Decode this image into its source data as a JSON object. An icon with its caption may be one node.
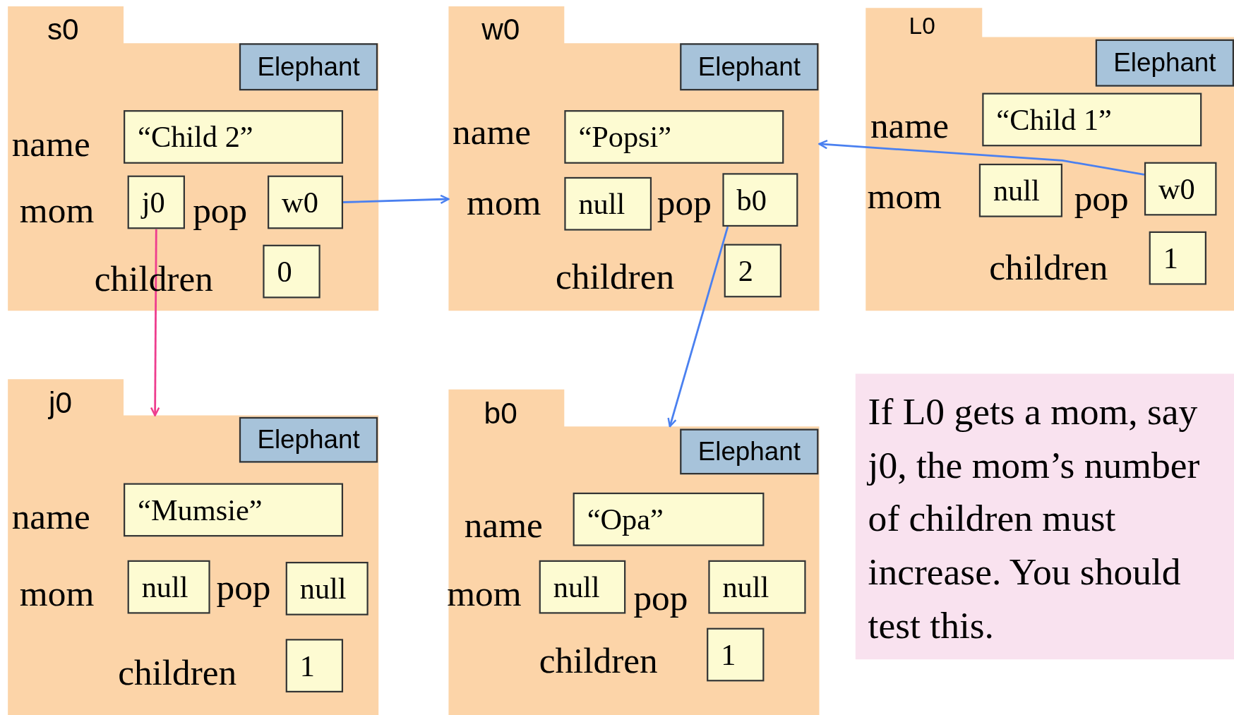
{
  "diagram": {
    "nodes": [
      {
        "text": [
          "s0",
          "name",
          "mom",
          "pop",
          "children"
        ]
      },
      {
        "text": [
          "Elephant"
        ],
        "in": 0
      },
      {
        "text": [
          "“Child 2”"
        ],
        "in": 0
      },
      {
        "text": [
          "j0"
        ],
        "in": 0
      },
      {
        "text": [
          "w0"
        ],
        "in": 0
      },
      {
        "text": [
          "0"
        ],
        "in": 0
      },
      {
        "text": [
          "w0",
          "name",
          "mom",
          "pop",
          "children"
        ]
      },
      {
        "text": [
          "Elephant"
        ],
        "in": 6
      },
      {
        "text": [
          "“Popsi”"
        ],
        "in": 6
      },
      {
        "text": [
          "null"
        ],
        "in": 6
      },
      {
        "text": [
          "b0"
        ],
        "in": 6
      },
      {
        "text": [
          "2"
        ],
        "in": 6
      },
      {
        "text": [
          "L0",
          "name",
          "mom",
          "pop",
          "children"
        ]
      },
      {
        "text": [
          "Elephant"
        ],
        "in": 12
      },
      {
        "text": [
          "“Child 1”"
        ],
        "in": 12
      },
      {
        "text": [
          "null"
        ],
        "in": 12
      },
      {
        "text": [
          "w0"
        ],
        "in": 12
      },
      {
        "text": [
          "1"
        ],
        "in": 12
      },
      {
        "text": [
          "j0",
          "name",
          "mom",
          "pop",
          "children"
        ]
      },
      {
        "text": [
          "Elephant"
        ],
        "in": 18
      },
      {
        "text": [
          "“Mumsie”"
        ],
        "in": 18
      },
      {
        "text": [
          "null"
        ],
        "in": 18
      },
      {
        "text": [
          "null"
        ],
        "in": 18
      },
      {
        "text": [
          "1"
        ],
        "in": 18
      },
      {
        "text": [
          "b0",
          "name",
          "mom",
          "pop",
          "children"
        ]
      },
      {
        "text": [
          "Elephant"
        ],
        "in": 24
      },
      {
        "text": [
          "“Opa”"
        ],
        "in": 24
      },
      {
        "text": [
          "null"
        ],
        "in": 24
      },
      {
        "text": [
          "null"
        ],
        "in": 24
      },
      {
        "text": [
          "1"
        ],
        "in": 24
      },
      {
        "text": [
          "If L0 gets a mom, say j0, the mom’s number of children must increase. You should test this."
        ]
      }
    ],
    "edges": [
      {
        "from": 4,
        "to": 6,
        "arrow": "to"
      },
      {
        "from": 3,
        "to": 18,
        "arrow": "to",
        "color": "#ee3d8e"
      },
      {
        "from": 10,
        "to": 24,
        "arrow": "to"
      },
      {
        "from": 16,
        "to": 6,
        "arrow": "to"
      }
    ]
  }
}
